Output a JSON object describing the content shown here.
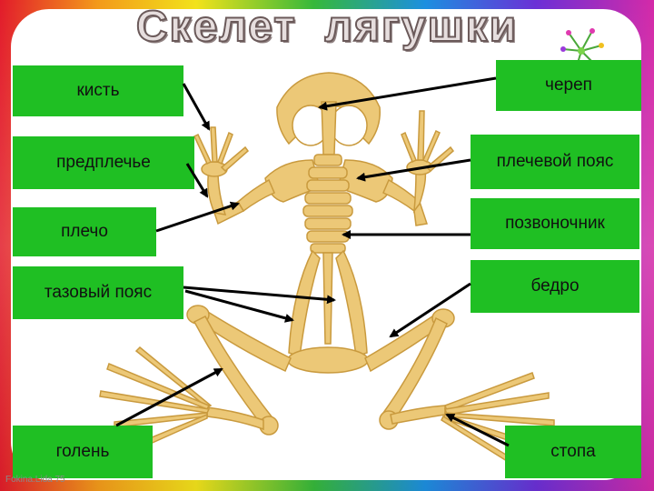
{
  "title": "Скелет  лягушки",
  "signature": "Fokina.Lida 75",
  "colors": {
    "label_bg": "#1fbf23",
    "bone": "#e8c06a",
    "arrow": "#000000"
  },
  "labels": {
    "hand": "кисть",
    "forearm": "предплечье",
    "shoulder": "плечо",
    "pelvic_girdle": "тазовый пояс",
    "shin": "голень",
    "skull": "череп",
    "shoulder_girdle": "плечевой пояс",
    "spine": "позвоночник",
    "thigh": "бедро",
    "foot": "стопа"
  }
}
